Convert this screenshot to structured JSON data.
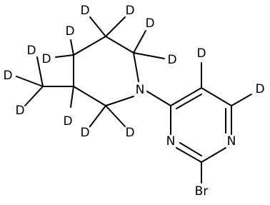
{
  "molecule": {
    "atoms": {
      "n_piperidine": "N",
      "n_pyrimidine_1": "N",
      "n_pyrimidine_3": "N",
      "br": "Br",
      "d_pyr_5": "D",
      "d_pyr_6": "D",
      "d_c2_a": "D",
      "d_c2_b": "D",
      "d_c3": "D",
      "d_methyl_1": "D",
      "d_methyl_2": "D",
      "d_methyl_3": "D",
      "d_c4_a": "D",
      "d_c4_b": "D",
      "d_c5_a": "D",
      "d_c5_b": "D",
      "d_c6_a": "D",
      "d_c6_b": "D"
    }
  }
}
